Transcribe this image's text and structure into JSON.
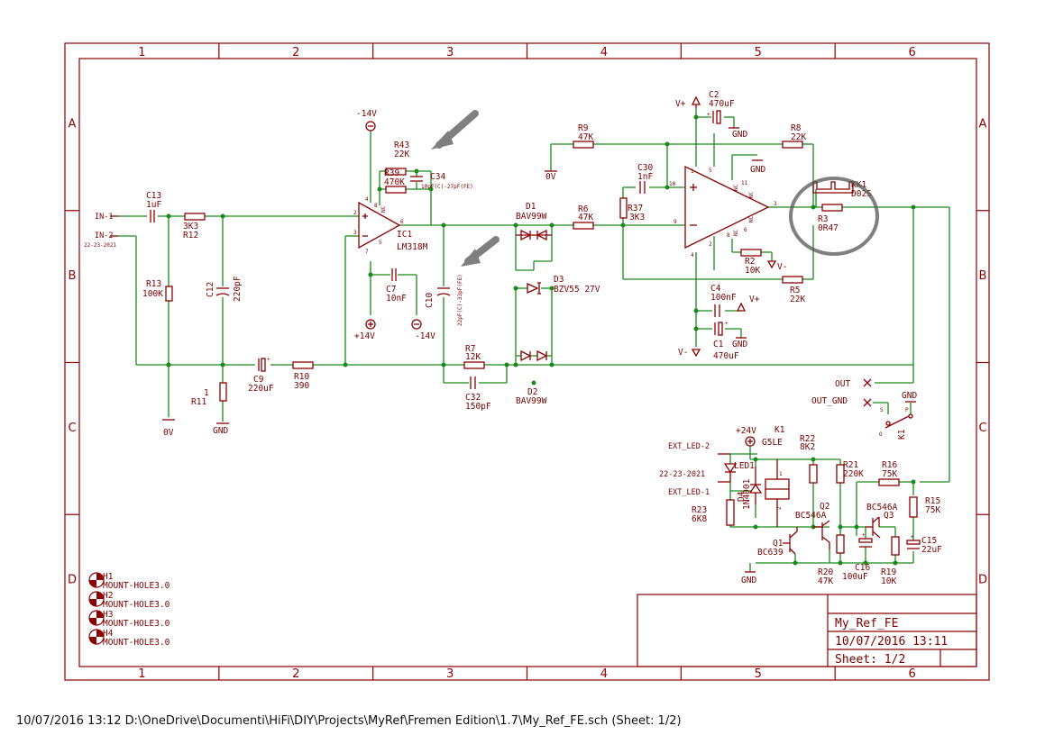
{
  "frame": {
    "columns": [
      "1",
      "2",
      "3",
      "4",
      "5",
      "6"
    ],
    "rows": [
      "A",
      "B",
      "C",
      "D"
    ]
  },
  "title_block": {
    "name": "My_Ref_FE",
    "date": "10/07/2016 13:11",
    "sheet": "Sheet: 1/2"
  },
  "footer": {
    "text": "10/07/2016 13:12  D:\\OneDrive\\Documenti\\HiFi\\DIY\\Projects\\MyRef\\Fremen Edition\\1.7\\My_Ref_FE.sch (Sheet: 1/2)"
  },
  "inputs": {
    "in1": "IN-1",
    "in2": "IN-2",
    "in2_note": "22-23-2021"
  },
  "supplies": {
    "neg14_top": "-14V",
    "pos14": "+14V",
    "neg14_bottom": "-14V",
    "vplus_top": "V+",
    "vplus_c4": "V+",
    "vminus_r2": "V-",
    "vminus_bottom": "V-",
    "zero_v_label": "0V",
    "zero_v_gnd": "0V",
    "gnd_r11": "GND",
    "gnd_c2": "GND",
    "gnd_u2": "GND",
    "gnd_c1": "GND",
    "gnd_relay": "GND",
    "gnd_bottom": "GND",
    "p24": "+24V"
  },
  "components": {
    "c13": {
      "ref": "C13",
      "val": "1uF"
    },
    "r12": {
      "ref": "R12",
      "val": "3K3"
    },
    "r13": {
      "ref": "R13",
      "val": "100K"
    },
    "c12": {
      "ref": "C12",
      "val": "220pF"
    },
    "r11": {
      "ref": "R11",
      "val": "1"
    },
    "c9": {
      "ref": "C9",
      "val": "220uF"
    },
    "r10": {
      "ref": "R10",
      "val": "390"
    },
    "r43": {
      "ref": "R43",
      "val": "22K"
    },
    "r39": {
      "ref": "R39",
      "val": "470K"
    },
    "c34": {
      "ref": "C34",
      "val": "10pF(C)-27pF(FE)"
    },
    "ic1": {
      "ref": "IC1",
      "val": "LM318M"
    },
    "c7": {
      "ref": "C7",
      "val": "10nF"
    },
    "c10": {
      "ref": "C10",
      "val": "22pF(C)-33pF(FE)"
    },
    "d1": {
      "ref": "D1",
      "val": "BAV99W"
    },
    "d3": {
      "ref": "D3",
      "val": "BZV55 27V"
    },
    "d2": {
      "ref": "D2",
      "val": "BAV99W"
    },
    "r7": {
      "ref": "R7",
      "val": "12K"
    },
    "c32": {
      "ref": "C32",
      "val": "150pF"
    },
    "r9": {
      "ref": "R9",
      "val": "47K"
    },
    "r6": {
      "ref": "R6",
      "val": "47K"
    },
    "r37": {
      "ref": "R37",
      "val": "3K3"
    },
    "c30": {
      "ref": "C30",
      "val": "1nF"
    },
    "c2": {
      "ref": "C2",
      "val": "470uF"
    },
    "r8": {
      "ref": "R8",
      "val": "22K"
    },
    "kk1": {
      "ref": "KK1",
      "val": "D02S"
    },
    "r3": {
      "ref": "R3",
      "val": "0R47"
    },
    "r2": {
      "ref": "R2",
      "val": "10K"
    },
    "r5": {
      "ref": "R5",
      "val": "22K"
    },
    "c4": {
      "ref": "C4",
      "val": "100nF"
    },
    "c1": {
      "ref": "C1",
      "val": "470uF"
    },
    "k1": {
      "ref": "K1",
      "val": "G5LE"
    },
    "r22": {
      "ref": "R22",
      "val": "8K2"
    },
    "r21": {
      "ref": "R21",
      "val": "220K"
    },
    "r16": {
      "ref": "R16",
      "val": "75K"
    },
    "r15": {
      "ref": "R15",
      "val": "75K"
    },
    "led1": {
      "ref": "LED1"
    },
    "d4": {
      "ref": "D4",
      "val": "1N4001"
    },
    "r23": {
      "ref": "R23",
      "val": "6K8"
    },
    "q2": {
      "ref": "Q2",
      "val": "BC546A"
    },
    "q3": {
      "ref": "Q3",
      "val": "BC546A"
    },
    "q1": {
      "ref": "Q1",
      "val": "BC639"
    },
    "c16": {
      "ref": "C16",
      "val": "100uF"
    },
    "c15": {
      "ref": "C15",
      "val": "22uF"
    },
    "r20": {
      "ref": "R20",
      "val": "47K"
    },
    "r19": {
      "ref": "R19",
      "val": "10K"
    }
  },
  "pin_numbers": {
    "ic1_4": "4",
    "ic1_8": "8",
    "ic1_2": "2",
    "ic1_6": "6",
    "ic1_3": "3",
    "ic1_7": "7",
    "ic1_5": "5",
    "u2_10": "10",
    "u2_9": "9",
    "u2_3": "3",
    "u2_5": "5",
    "u2_11": "11",
    "u2_8": "8",
    "u2_4": "4",
    "u2_6": "6",
    "u2_2": "2",
    "u2_1": "1",
    "nc1": "NC",
    "nc2": "NC",
    "nc3": "NC",
    "nc4": "NC",
    "nc5": "NC",
    "k1_o": "O",
    "k1_s": "S",
    "k1_p": "P",
    "k1_1": "1",
    "k1_2": "2"
  },
  "connectors": {
    "out": "OUT",
    "out_gnd": "OUT_GND",
    "ext_led2": "EXT_LED-2",
    "ext_led_note": "22-23-2021",
    "ext_led1": "EXT_LED-1",
    "k1_side": "K1"
  },
  "mount_holes": [
    {
      "ref": "H1",
      "val": "MOUNT-HOLE3.0"
    },
    {
      "ref": "H2",
      "val": "MOUNT-HOLE3.0"
    },
    {
      "ref": "H3",
      "val": "MOUNT-HOLE3.0"
    },
    {
      "ref": "H4",
      "val": "MOUNT-HOLE3.0"
    }
  ],
  "colors": {
    "component": "#8b0000",
    "wire": "#1a8a1a",
    "annotation": "#555555"
  }
}
